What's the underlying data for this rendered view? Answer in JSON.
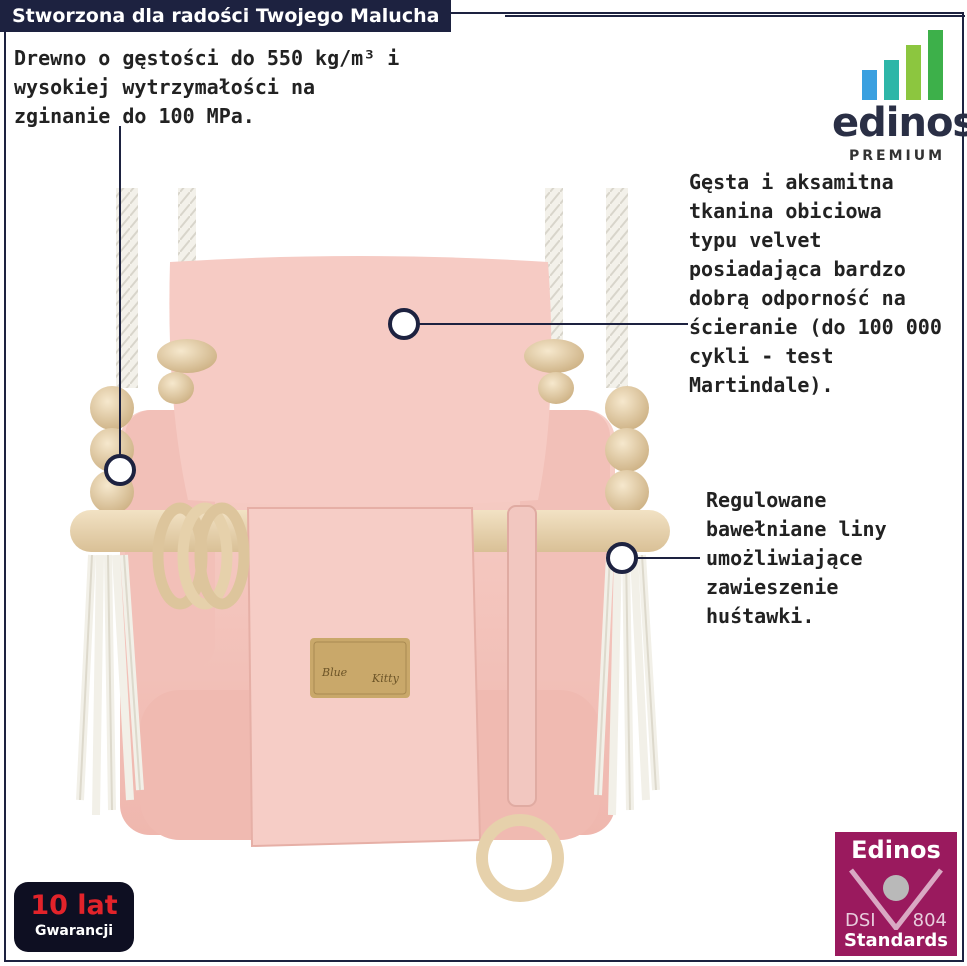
{
  "banner": {
    "title": "Stworzona dla radości Twojego Malucha"
  },
  "callouts": {
    "wood": "Drewno o gęstości do 550 kg/m³ i\nwysokiej wytrzymałości na\nzginanie do 100 MPa.",
    "velvet": "Gęsta i aksamitna\ntkanina obiciowa\ntypu velvet\nposiadająca bardzo\ndobrą odporność na\nścieranie (do 100 000\ncykli - test\nMartindale).",
    "ropes": "Regulowane\nbawełniane liny\numożliwiające\nzawieszenie\nhuśtawki."
  },
  "logo": {
    "word": "edinos",
    "sub": "PREMIUM",
    "bar_colors": [
      "#3aa0e0",
      "#2db6a8",
      "#8cc63f",
      "#3db04a"
    ]
  },
  "warranty": {
    "big": "10 lat",
    "small": "Gwarancji"
  },
  "standards": {
    "title": "Edinos",
    "left_code": "DSI",
    "right_code": "804",
    "subtitle": "Standards"
  },
  "product": {
    "label_line1": "Blue",
    "label_line2": "Kitty"
  },
  "colors": {
    "navy": "#1d2240",
    "pink": "#f4c4bd",
    "wood": "#e8d3ae",
    "rope": "#f3f1ea",
    "magenta": "#9a1a5e",
    "warranty_red": "#e2232a"
  }
}
